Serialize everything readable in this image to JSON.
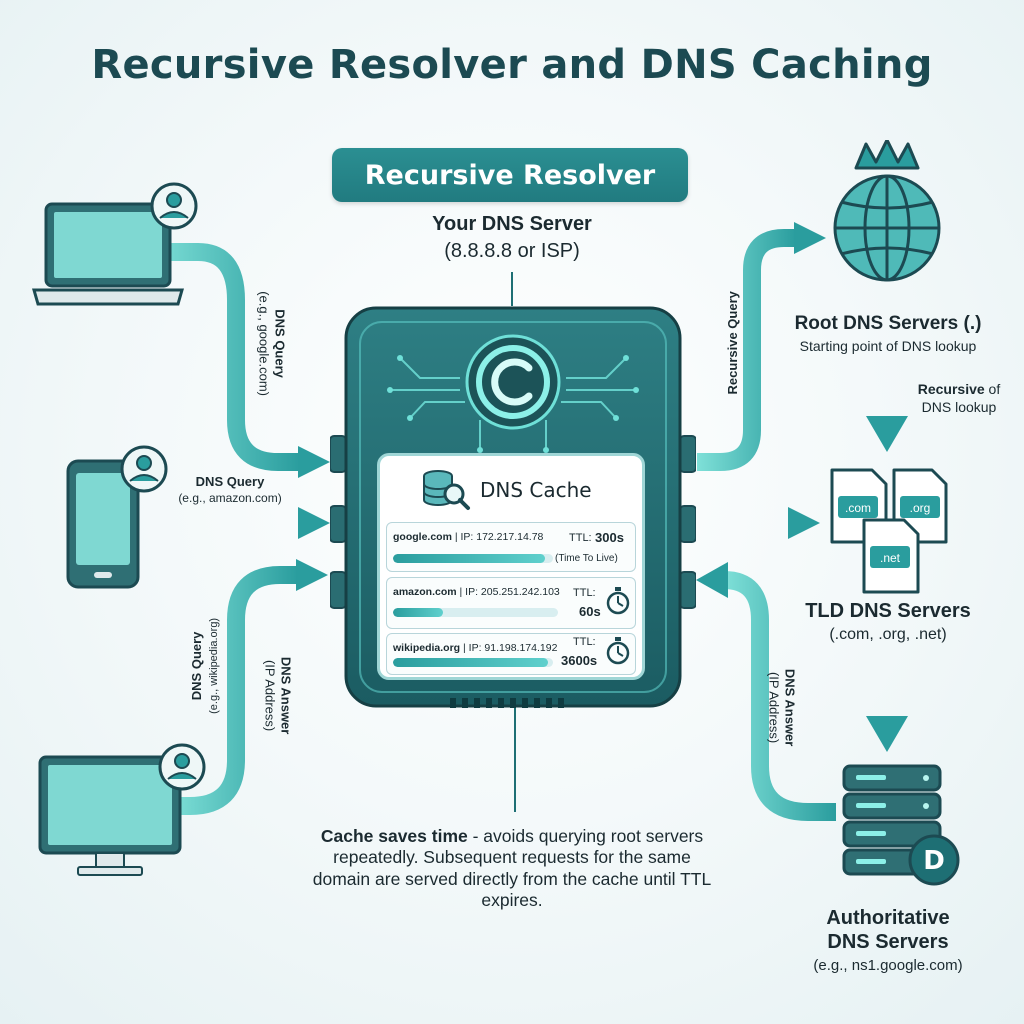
{
  "title": "Recursive Resolver and DNS Caching",
  "resolver": {
    "badge": "Recursive Resolver",
    "server_title": "Your DNS Server",
    "server_subtitle": "(8.8.8.8 or ISP)"
  },
  "cache": {
    "title": "DNS Cache",
    "entries": [
      {
        "domain": "google.com",
        "ip_label": "IP: 172.217.14.78",
        "ttl_label": "TTL:",
        "ttl_value": "300s",
        "note": "(Time To Live)",
        "remaining": 0.95
      },
      {
        "domain": "amazon.com",
        "ip_label": "IP: 205.251.242.103",
        "ttl_label": "TTL:",
        "ttl_value": "60s",
        "note": "",
        "remaining": 0.3
      },
      {
        "domain": "wikipedia.org",
        "ip_label": "IP: 91.198.174.192",
        "ttl_label": "TTL:",
        "ttl_value": "3600s",
        "note": "",
        "remaining": 0.97
      }
    ],
    "note_bold": "Cache saves time",
    "note_rest": " - avoids querying root servers repeatedly. Subsequent requests for the same domain are served directly from the cache until TTL expires."
  },
  "clients": {
    "laptop_query": {
      "label": "DNS Query",
      "example": "(e.g., google.com)"
    },
    "phone_query": {
      "label": "DNS Query",
      "example": "(e.g., amazon.com)"
    },
    "desktop_query": {
      "label": "DNS Query",
      "example": "(e.g., wikipedia.org)"
    },
    "desktop_answer": {
      "label": "DNS Answer",
      "example": "(IP Address)"
    }
  },
  "servers": {
    "root": {
      "name": "Root DNS Servers (.)",
      "desc": "Starting point of DNS lookup"
    },
    "recursive_query": "Recursive Query",
    "root_to_tld": {
      "bold": "Recursive",
      "rest1": " of",
      "rest2": "DNS lookup"
    },
    "tld": {
      "name": "TLD DNS Servers",
      "desc": "(.com, .org, .net)",
      "files": [
        ".com",
        ".org",
        ".net"
      ]
    },
    "answer": {
      "label": "DNS Answer",
      "example": "(IP Address)"
    },
    "authoritative": {
      "name1": "Authoritative",
      "name2": "DNS Servers",
      "desc": "(e.g., ns1.google.com)",
      "badge": "D"
    }
  },
  "colors": {
    "teal_dark": "#1e6f74",
    "teal": "#2a9d9e",
    "teal_light": "#5fd0cd",
    "title": "#1c4a52"
  },
  "icons": [
    "laptop-icon",
    "user-icon",
    "phone-icon",
    "desktop-icon",
    "chip-logo-icon",
    "database-search-icon",
    "stopwatch-icon",
    "globe-crown-icon",
    "file-icon",
    "server-rack-icon"
  ]
}
